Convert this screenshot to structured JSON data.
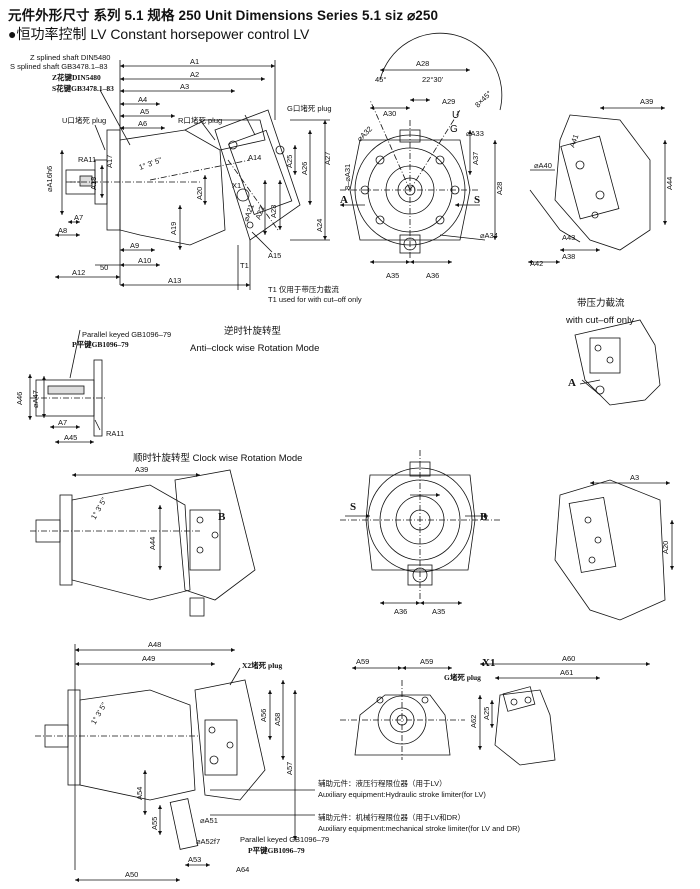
{
  "header": {
    "title": "元件外形尺寸 系列 5.1 规格 250 Unit Dimensions Series 5.1 siz ⌀250",
    "subtitle": "●恒功率控制 LV Constant horsepower control LV"
  },
  "view1": {
    "shaft_note_1": "Z splined shaft DIN5480",
    "shaft_note_2": "S splined shaft GB3478.1–83",
    "shaft_note_3": "Z花键DIN5480",
    "shaft_note_4": "S花键GB3478.1–83",
    "u_plug": "U口堵死 plug",
    "r_plug": "R口堵死 plug",
    "g_plug": "G口堵死 plug",
    "t1_note_cn": "T1 仅用于带压力截流",
    "t1_note_en": "T1 used for with cut–off only",
    "angle_top": "45°",
    "angle_mid": "22°30'",
    "angle_right": "8×45°",
    "arrow_a": "A",
    "arrow_s": "S",
    "port_u": "U",
    "port_g": "G",
    "port_s": "S",
    "port_t1": "T1",
    "port_x1": "X1",
    "port_a": "A",
    "dims": {
      "a1": "A1",
      "a2": "A2",
      "a3": "A3",
      "a4": "A4",
      "a5": "A5",
      "a6": "A6",
      "a7": "A7",
      "a8": "A8",
      "a9": "A9",
      "a10": "A10",
      "a11": "A11",
      "a12": "A12",
      "a13": "A13",
      "a14": "A14",
      "a15": "A15",
      "a16": "⌀A16h6",
      "a17": "A17",
      "a18": "A18",
      "a19": "A19",
      "a20": "A20",
      "a21": "⌀A21",
      "a22": "A22",
      "a23": "A23",
      "a24": "A24",
      "a25": "A25",
      "a26": "A26",
      "a27": "A27",
      "a28": "A28",
      "a29": "A29",
      "a30": "A30",
      "a31": "8–⌀A31",
      "a32": "⌀A32",
      "a33": "⌀A33",
      "a34": "⌀A34",
      "a35": "A35",
      "a36": "A36",
      "a37": "A37",
      "a38": "A38",
      "a39": "A39",
      "a40": "⌀A40",
      "a41": "A41",
      "a42": "A42",
      "a43": "A43",
      "a44": "A44",
      "ra11": "RA11",
      "fifty": "50",
      "angle_15": "1° 3' 5\"",
      "a28r": "A28"
    }
  },
  "cutoff": {
    "title_cn": "带压力截流",
    "title_en": "with cut–off only",
    "port_a": "A"
  },
  "keyed": {
    "note_en": "Parallel keyed GB1096–79",
    "note_cn": "P平键GB1096–79",
    "a46": "A46",
    "a47": "⌀A47",
    "a7": "A7",
    "a45": "A45",
    "ra11": "RA11"
  },
  "anticlock": {
    "title_cn": "逆时针旋转型",
    "title_en": "Anti–clock wise Rotation Mode"
  },
  "clockwise": {
    "title": "顺时针旋转型 Clock wise Rotation Mode",
    "a39": "A39",
    "a44": "A44",
    "port_b": "B",
    "port_b2": "B",
    "arrow_s": "S",
    "arrow_b": "B",
    "a36": "A36",
    "a35": "A35",
    "a3": "A3",
    "a20": "A20",
    "angle": "1° 3' 5\""
  },
  "bottom": {
    "a48": "A48",
    "a49": "A49",
    "a50": "A50",
    "a51": "⌀A51",
    "a52": "⌀A52f7",
    "a53": "A53",
    "a54": "A54",
    "a55": "A55",
    "a56": "A56",
    "a57": "A57",
    "a58": "A58",
    "a59": "A59",
    "a60": "A60",
    "a61": "A61",
    "a62": "A62",
    "a64": "A64",
    "a25": "A25",
    "x2_plug": "X2堵死 plug",
    "g_plug": "G堵死 plug",
    "x1": "X1",
    "angle": "1° 3' 5\"",
    "aux1_cn": "辅助元件：液压行程限位器（用于LV）",
    "aux1_en": "Auxiliary equipment:Hydraulic stroke limiter(for LV)",
    "aux2_cn": "辅助元件：机械行程限位器（用于LV和DR）",
    "aux2_en": "Auxiliary equipment:mechanical stroke limiter(for LV and DR)",
    "key_note_en": "Parallel keyed GB1096–79",
    "key_note_cn": "P平键GB1096–79"
  }
}
